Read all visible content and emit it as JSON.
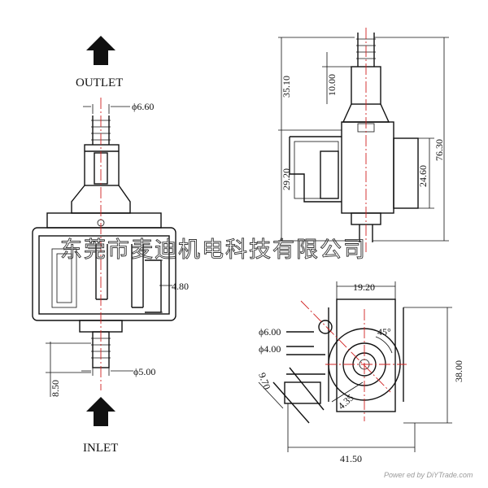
{
  "labels": {
    "outlet": "OUTLET",
    "inlet": "INLET"
  },
  "dims": {
    "d660": "ϕ6.60",
    "d500": "ϕ5.00",
    "w480": "4.80",
    "l850": "8.50",
    "h3510": "35.10",
    "h1000": "10.00",
    "h2920": "29.20",
    "h2460": "24.60",
    "h7630": "76.30",
    "w1920": "19.20",
    "d600": "ϕ6.00",
    "d400": "ϕ4.00",
    "a45": "45°",
    "h3800": "38.00",
    "l970": "9.70",
    "l435": "4.35",
    "w4150": "41.50"
  },
  "watermark": "东莞市麦迪机电科技有限公司",
  "credit": "Power ed by DiYTrade.com",
  "colors": {
    "line": "#111111",
    "centerline": "#d02020"
  }
}
